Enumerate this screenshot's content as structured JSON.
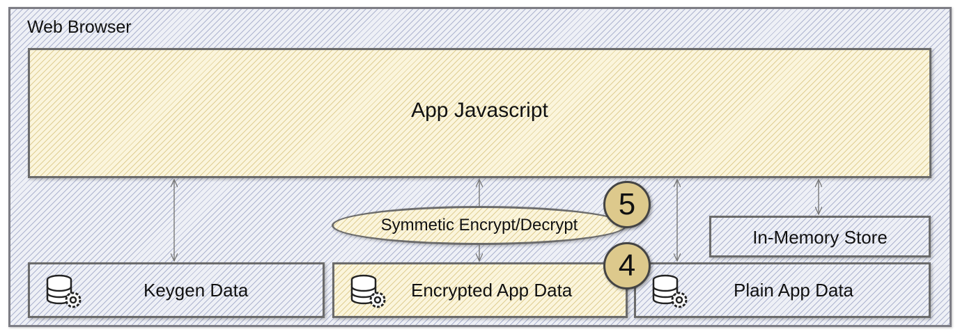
{
  "browser": {
    "title": "Web Browser"
  },
  "app_javascript": {
    "label": "App Javascript"
  },
  "crypto": {
    "label": "Symmetic Encrypt/Decrypt"
  },
  "memory_store": {
    "label": "In-Memory Store"
  },
  "stores": [
    {
      "label": "Keygen Data",
      "icon": "database-gear-icon"
    },
    {
      "label": "Encrypted App Data",
      "icon": "database-gear-icon"
    },
    {
      "label": "Plain App Data",
      "icon": "database-gear-icon"
    }
  ],
  "badges": {
    "step_5": "5",
    "step_4": "4"
  },
  "colors": {
    "hatch_blue": "#7882af",
    "hatch_yellow": "#c8af5a",
    "badge": "#ddc98c",
    "border": "#6b6b6b"
  }
}
